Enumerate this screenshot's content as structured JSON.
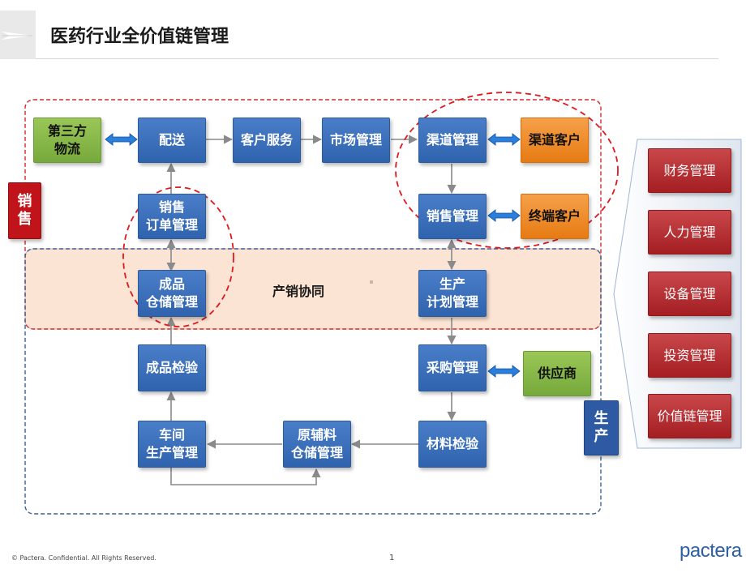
{
  "header": {
    "title": "医药行业全价值链管理"
  },
  "band": {
    "label": "产销协同"
  },
  "side_labels": {
    "sales": "销\n售",
    "production": "生\n产"
  },
  "nodes": {
    "third_party_logistics": "第三方\n物流",
    "delivery": "配送",
    "customer_service": "客户服务",
    "market_management": "市场管理",
    "channel_management": "渠道管理",
    "channel_customers": "渠道客户",
    "sales_order_management": "销售\n订单管理",
    "sales_management": "销售管理",
    "terminal_customers": "终端客户",
    "finished_goods_storage": "成品\n仓储管理",
    "production_planning": "生产\n计划管理",
    "finished_goods_inspection": "成品检验",
    "procurement_management": "采购管理",
    "supplier": "供应商",
    "workshop_production": "车间\n生产管理",
    "raw_material_storage": "原辅料\n仓储管理",
    "material_inspection": "材料检验"
  },
  "support_functions": [
    "财务管理",
    "人力管理",
    "设备管理",
    "投资管理",
    "价值链管理"
  ],
  "footer": {
    "copyright": "© Pactera. Confidential. All Rights Reserved.",
    "page_number": "1",
    "logo": "pactera"
  },
  "colors": {
    "process_blue": "#3a6fbd",
    "partner_green": "#8bbd4b",
    "customer_orange": "#f18d2a",
    "support_red": "#b42a2e",
    "sales_border_red": "#d2282e",
    "production_border_blue": "#3a5f95",
    "band_fill": "#fbe4d4",
    "arrow_gray": "#8a8a8a",
    "sync_arrow_blue": "#2a7fdc"
  }
}
